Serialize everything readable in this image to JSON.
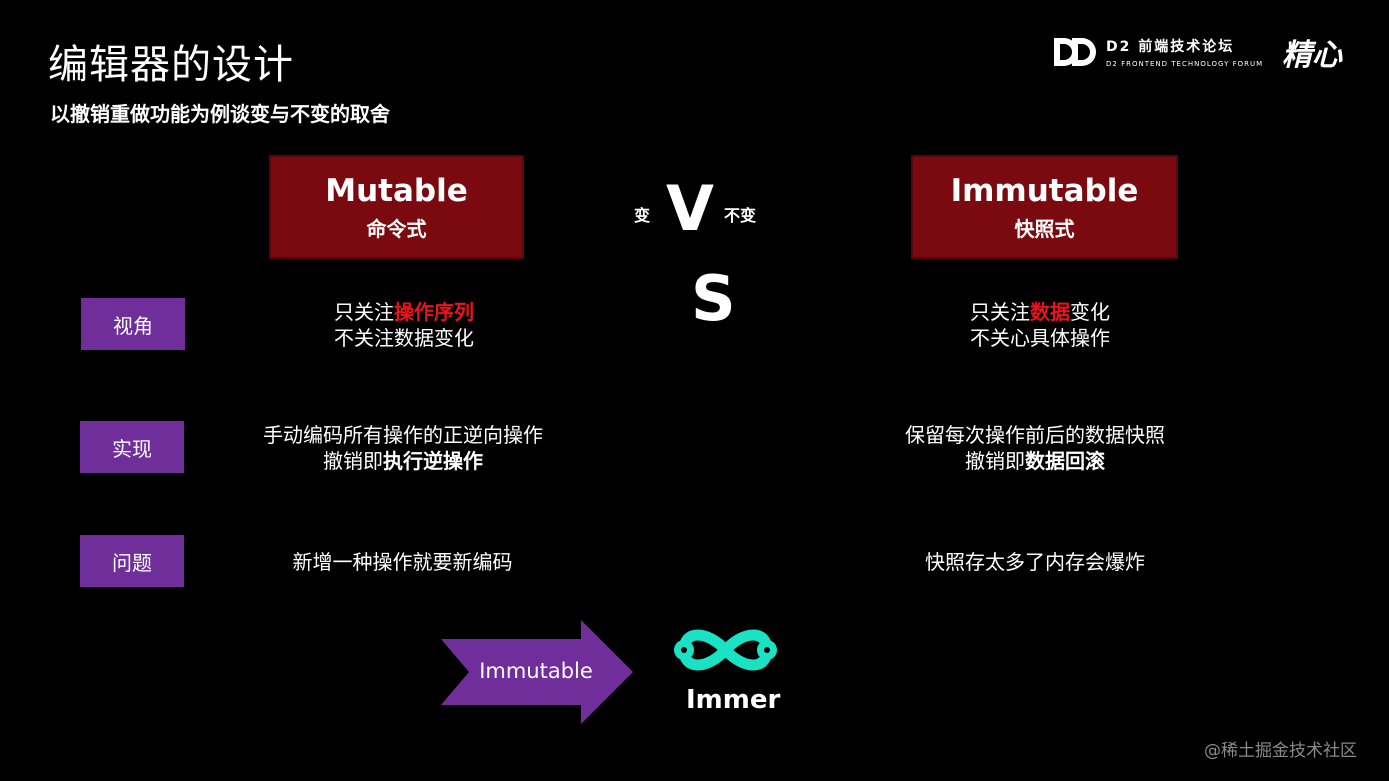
{
  "header": {
    "title": "编辑器的设计",
    "subtitle": "以撤销重做功能为例谈变与不变的取舍"
  },
  "logos": {
    "d2_name": "D2 前端技术论坛",
    "d2_sub": "D2 FRONTEND TECHNOLOGY FORUM",
    "brand": "精心"
  },
  "mutable": {
    "title": "Mutable",
    "subtitle": "命令式"
  },
  "immutable": {
    "title": "Immutable",
    "subtitle": "快照式"
  },
  "vs": {
    "v": "V",
    "s": "S",
    "left_label": "变",
    "right_label": "不变"
  },
  "rows": [
    {
      "label": "视角",
      "mutable": {
        "line1_prefix": "只关注",
        "line1_highlight": "操作序列",
        "line2": "不关注数据变化"
      },
      "immutable": {
        "line1_prefix": "只关注",
        "line1_highlight": "数据",
        "line1_suffix": "变化",
        "line2": "不关心具体操作"
      }
    },
    {
      "label": "实现",
      "mutable": {
        "line1": "手动编码所有操作的正逆向操作",
        "line2_prefix": "撤销即",
        "line2_bold": "执行逆操作"
      },
      "immutable": {
        "line1": "保留每次操作前后的数据快照",
        "line2_prefix": "撤销即",
        "line2_bold": "数据回滚"
      }
    },
    {
      "label": "问题",
      "mutable": {
        "line1": "新增一种操作就要新编码"
      },
      "immutable": {
        "line1": "快照存太多了内存会爆炸"
      }
    }
  ],
  "arrow": {
    "label": "Immutable"
  },
  "immer": {
    "label": "Immer"
  },
  "watermark": "@稀土掘金技术社区",
  "colors": {
    "background": "#000000",
    "header_box": "#7a0a0f",
    "row_label": "#6f2e99",
    "arrow": "#6f2e99",
    "highlight_red": "#e8141d",
    "immer_teal": "#19e3c4"
  }
}
